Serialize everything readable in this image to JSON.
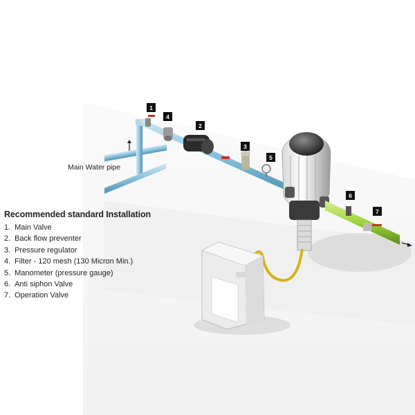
{
  "diagram": {
    "main_water_pipe_label": "Main Water pipe",
    "callouts": [
      "1",
      "4",
      "2",
      "3",
      "5",
      "6",
      "7"
    ]
  },
  "legend": {
    "title": "Recommended standard Installation",
    "items": [
      {
        "num": "1.",
        "text": "Main Valve"
      },
      {
        "num": "2.",
        "text": "Back flow preventer"
      },
      {
        "num": "3.",
        "text": "Pressure regulator"
      },
      {
        "num": "4.",
        "text": "Filter - 120 mesh (130 Micron Min.)"
      },
      {
        "num": "5.",
        "text": "Manometer (pressure gauge)"
      },
      {
        "num": "6.",
        "text": "Anti siphon Valve"
      },
      {
        "num": "7.",
        "text": "Operation Valve"
      }
    ]
  },
  "colors": {
    "pipe": "#8fc6df",
    "pipe_green": "#9bd23c",
    "valve_red": "#c8342a",
    "hose_yellow": "#d4b31a",
    "wall": "#f1f1f1"
  }
}
